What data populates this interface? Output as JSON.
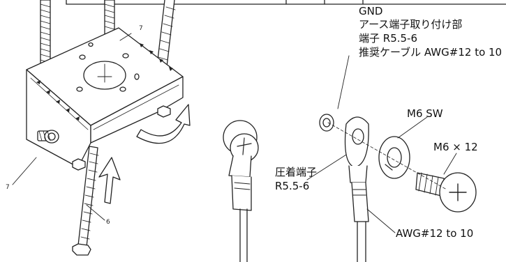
{
  "gnd_block": {
    "line1": "GND",
    "line2": "アース端子取り付け部",
    "line3": "端子  R5.5-6",
    "line4": "推奨ケーブル  AWG#12 to 10"
  },
  "labels": {
    "sw": "M6 SW",
    "screw": "M6 × 12",
    "crimp_name": "圧着端子",
    "crimp_size": "R5.5-6",
    "wire": "AWG#12 to 10"
  },
  "callouts": {
    "part_7_top": "7",
    "part_7_left": "7",
    "part_6": "6"
  }
}
